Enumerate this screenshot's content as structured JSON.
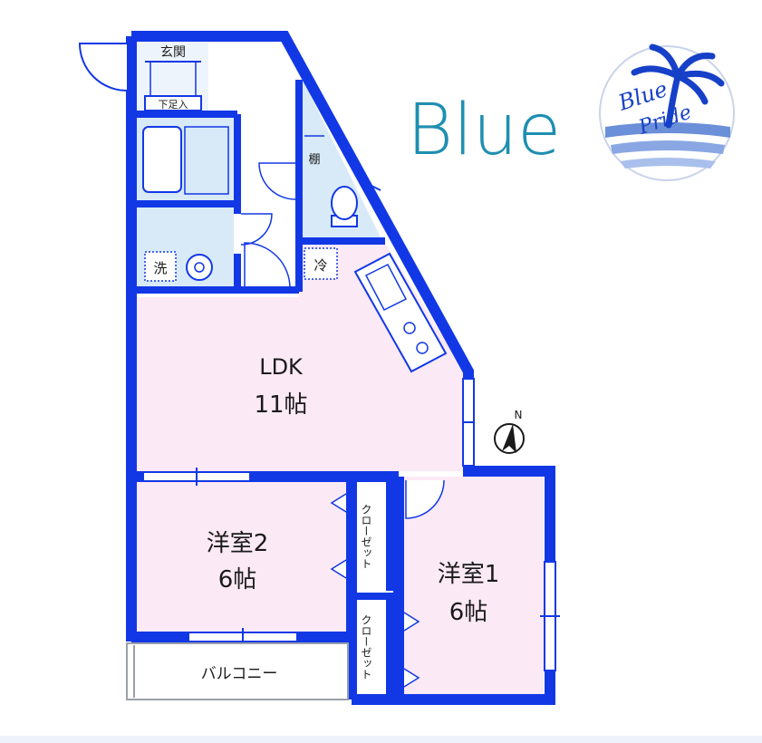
{
  "brand": {
    "wordmark": "Blue",
    "logo_line1": "Blue",
    "logo_line2": "Pride"
  },
  "colors": {
    "wall": "#1238e6",
    "room_fill": "#fbe9f5",
    "wet_fill": "#d8eaf7",
    "wordmark": "#1e8fb0",
    "logo_blue": "#1740c8"
  },
  "rooms": {
    "ldk_name": "LDK",
    "ldk_size": "11帖",
    "western2_name": "洋室2",
    "western2_size": "6帖",
    "western1_name": "洋室1",
    "western1_size": "6帖",
    "balcony": "バルコニー",
    "closet_a": "クローゼット",
    "closet_b": "クローゼット"
  },
  "fixtures": {
    "entrance": "玄関",
    "shoe_box": "下足入",
    "shelf": "棚",
    "washer": "洗",
    "fridge": "冷"
  },
  "compass": {
    "north": "N"
  }
}
